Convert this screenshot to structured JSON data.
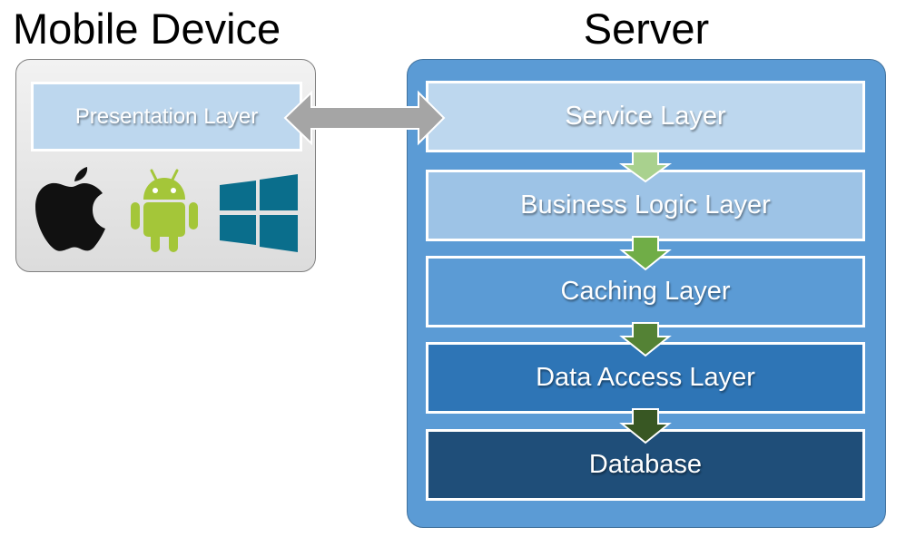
{
  "mobile": {
    "title": "Mobile Device",
    "presentation_label": "Presentation Layer",
    "icons": [
      "apple-logo-icon",
      "android-logo-icon",
      "windows-logo-icon"
    ]
  },
  "server": {
    "title": "Server",
    "layers": [
      {
        "label": "Service Layer",
        "color": "#bdd7ee"
      },
      {
        "label": "Business Logic Layer",
        "color": "#9dc3e6"
      },
      {
        "label": "Caching Layer",
        "color": "#5b9bd5"
      },
      {
        "label": "Data Access Layer",
        "color": "#2e75b6"
      },
      {
        "label": "Database",
        "color": "#1f4e79"
      }
    ],
    "arrow_colors": [
      "#a9d18e",
      "#70ad47",
      "#548235",
      "#385723"
    ]
  },
  "colors": {
    "server_panel": "#5b9bd5",
    "mobile_panel": "#e7e6e6",
    "connector_arrow": "#a5a5a5"
  }
}
